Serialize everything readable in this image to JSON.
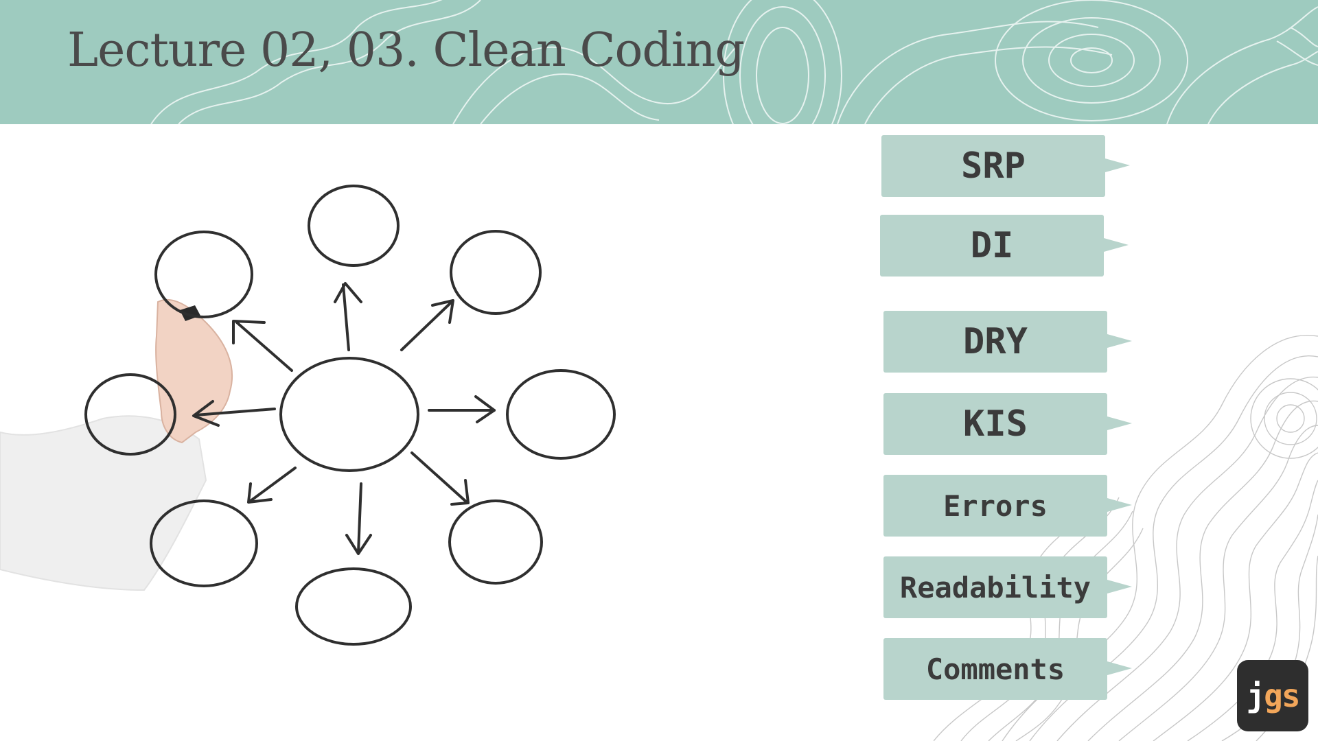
{
  "slide": {
    "title": "Lecture 02, 03. Clean Coding",
    "topics": [
      {
        "label": "SRP"
      },
      {
        "label": "DI"
      },
      {
        "label": "DRY"
      },
      {
        "label": "KIS"
      },
      {
        "label": "Errors"
      },
      {
        "label": "Readability"
      },
      {
        "label": "Comments"
      }
    ],
    "logo": {
      "part1": "j",
      "part2": "gs"
    }
  },
  "colors": {
    "header": "#9ecbbf",
    "tag": "#b8d4cc",
    "title_text": "#4a4a4a",
    "logo_bg": "#2e2e2e",
    "logo_accent": "#f2a65a"
  }
}
